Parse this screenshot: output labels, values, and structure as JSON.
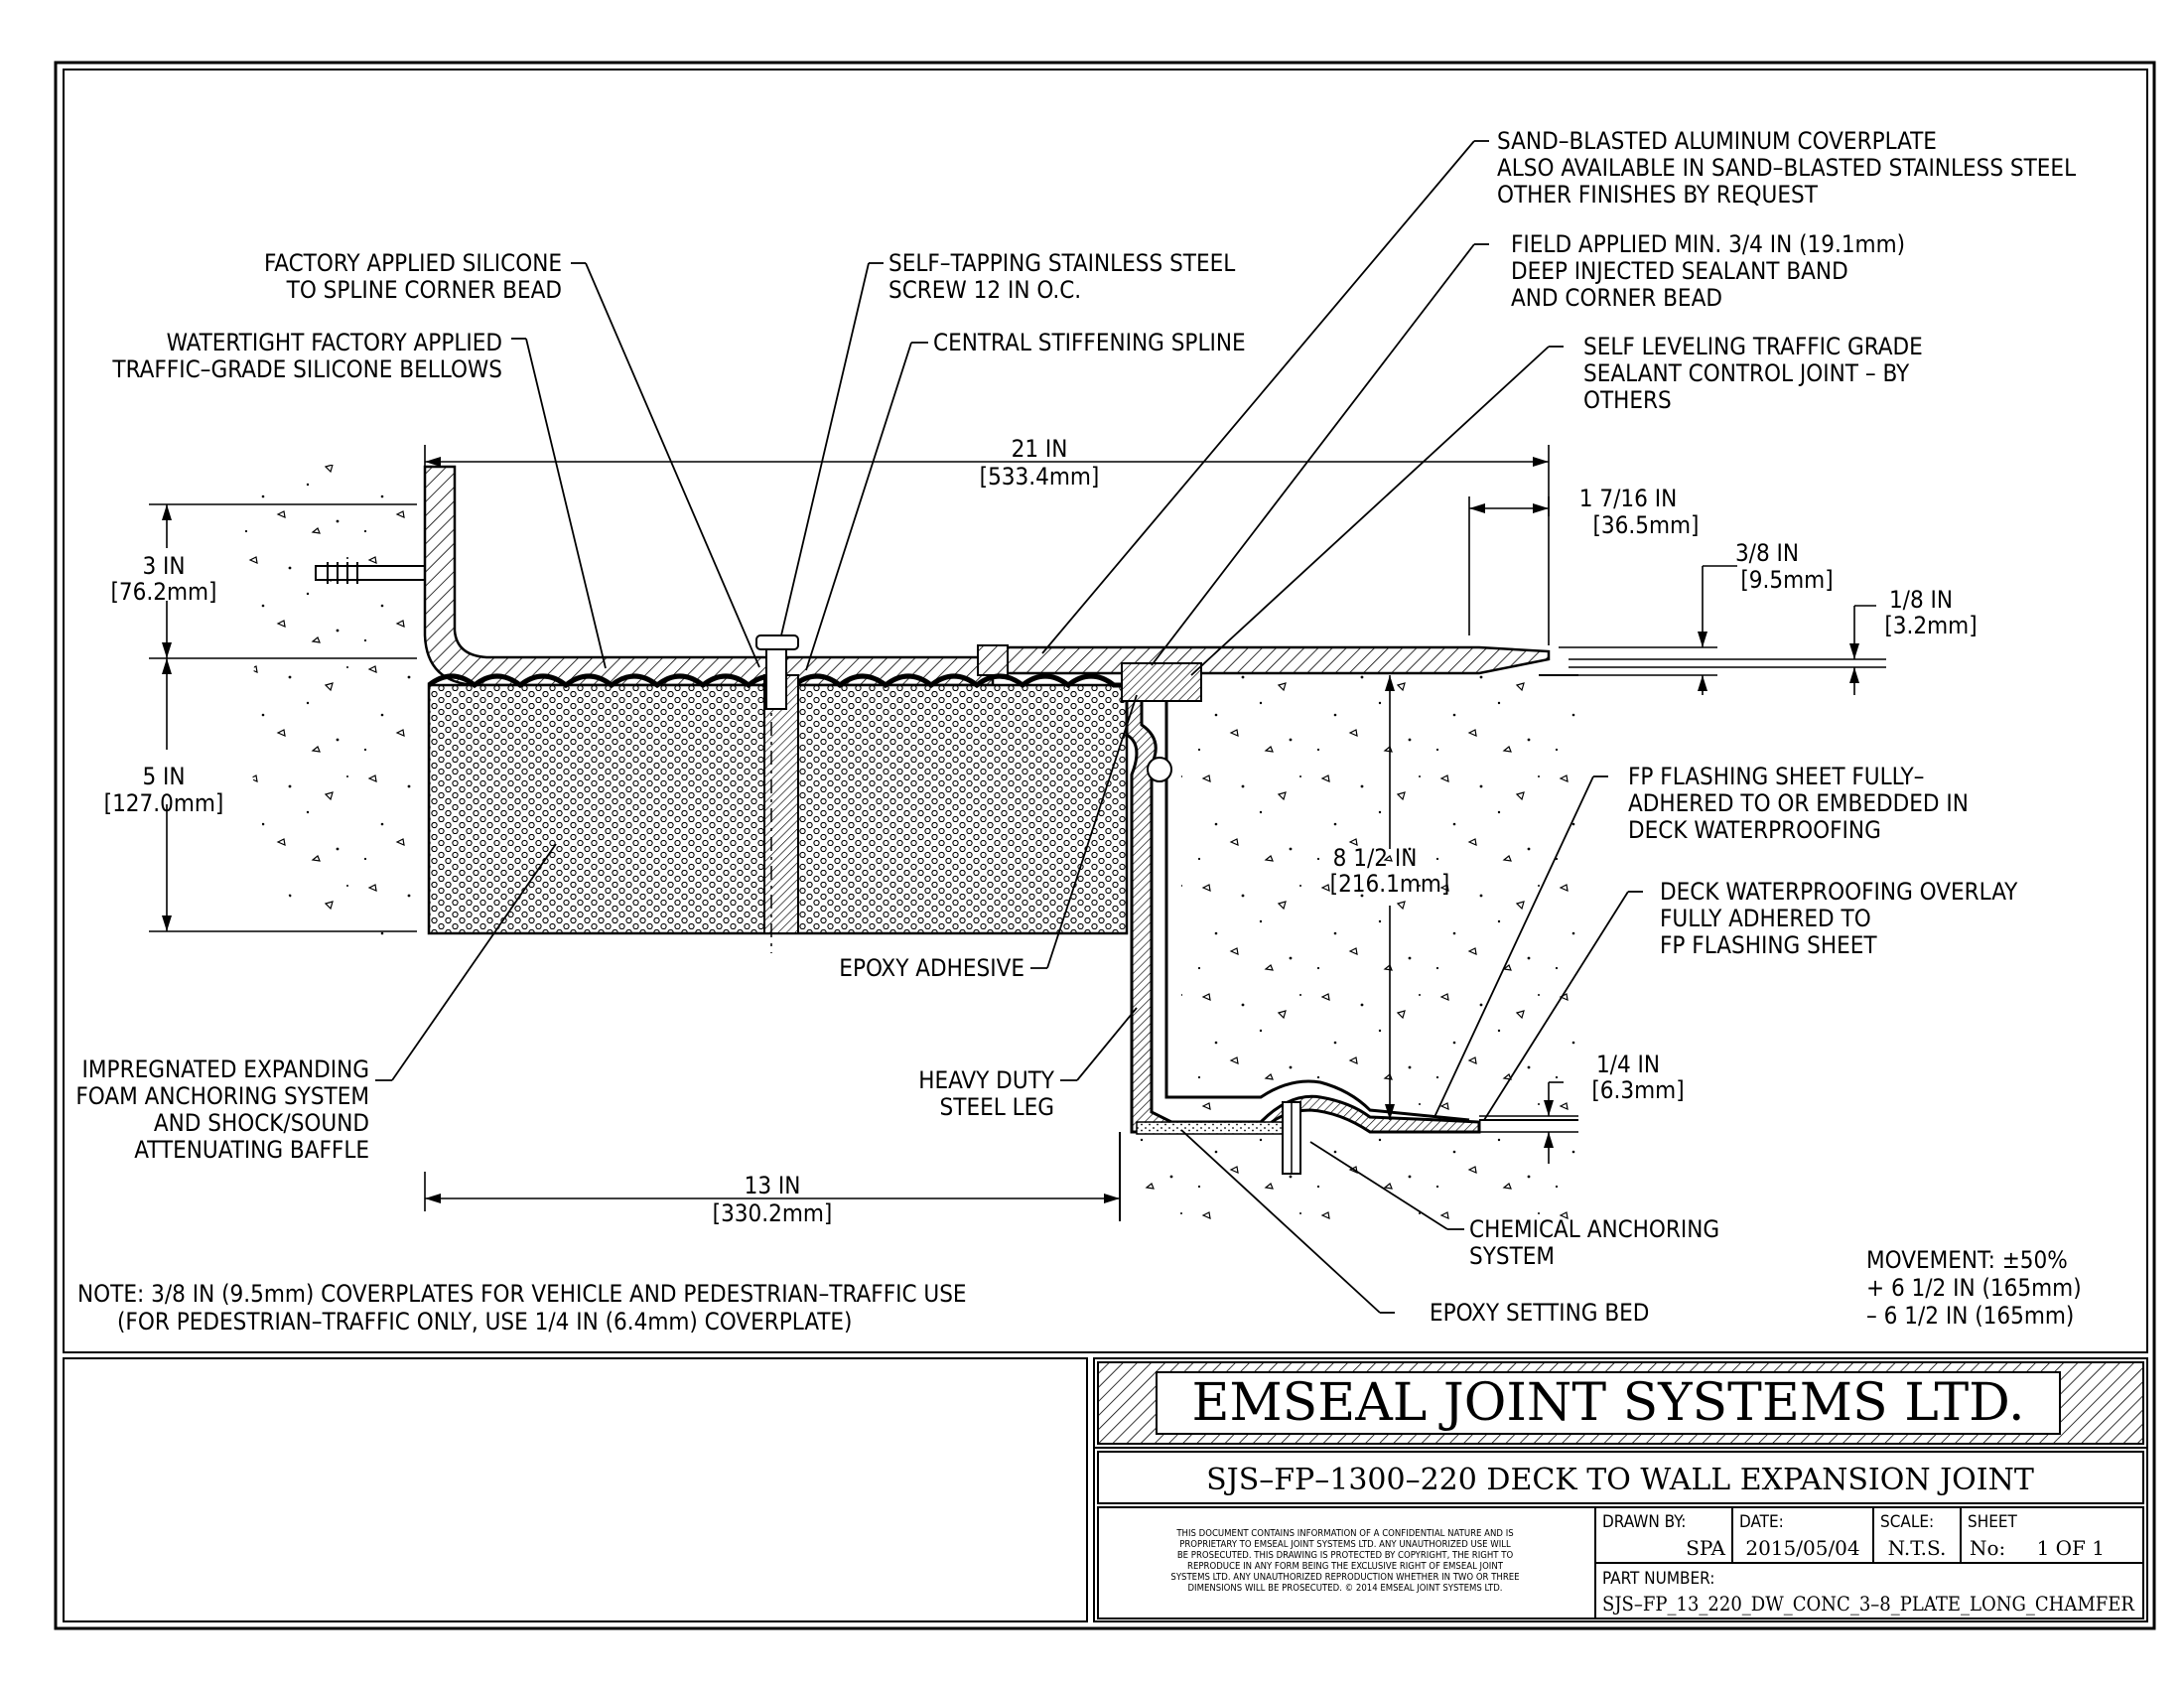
{
  "labels": {
    "coverplate_1": "SAND–BLASTED ALUMINUM COVERPLATE",
    "coverplate_2": "ALSO AVAILABLE IN SAND–BLASTED STAINLESS STEEL",
    "coverplate_3": "OTHER FINISHES BY REQUEST",
    "field_1": "FIELD APPLIED MIN. 3/4 IN (19.1mm)",
    "field_2": "DEEP INJECTED SEALANT BAND",
    "field_3": "AND CORNER BEAD",
    "selflev_1": "SELF LEVELING TRAFFIC GRADE",
    "selflev_2": "SEALANT CONTROL JOINT – BY",
    "selflev_3": "OTHERS",
    "silicone_1": "FACTORY APPLIED SILICONE",
    "silicone_2": "TO SPLINE CORNER BEAD",
    "screw_1": "SELF–TAPPING STAINLESS STEEL",
    "screw_2": "SCREW 12 IN O.C.",
    "spline": "CENTRAL STIFFENING SPLINE",
    "bellows_1": "WATERTIGHT FACTORY APPLIED",
    "bellows_2": "TRAFFIC–GRADE SILICONE BELLOWS",
    "epoxy_adh": "EPOXY ADHESIVE",
    "foam_1": "IMPREGNATED EXPANDING",
    "foam_2": "FOAM ANCHORING SYSTEM",
    "foam_3": "AND SHOCK/SOUND",
    "foam_4": "ATTENUATING BAFFLE",
    "leg_1": "HEAVY DUTY",
    "leg_2": "STEEL LEG",
    "flash_1": "FP FLASHING SHEET FULLY–",
    "flash_2": "ADHERED TO OR EMBEDDED IN",
    "flash_3": "DECK WATERPROOFING",
    "overlay_1": "DECK WATERPROOFING OVERLAY",
    "overlay_2": "FULLY ADHERED TO",
    "overlay_3": "FP FLASHING SHEET",
    "chem_1": "CHEMICAL ANCHORING",
    "chem_2": "SYSTEM",
    "setting_bed": "EPOXY SETTING BED"
  },
  "dimensions": {
    "d21_in": "21 IN",
    "d21_mm": "[533.4mm]",
    "d3_in": "3 IN",
    "d3_mm": "[76.2mm]",
    "d5_in": "5 IN",
    "d5_mm": "[127.0mm]",
    "d13_in": "13 IN",
    "d13_mm": "[330.2mm]",
    "d1716_in": "1 7/16 IN",
    "d1716_mm": "[36.5mm]",
    "d38_in": "3/8 IN",
    "d38_mm": "[9.5mm]",
    "d18_in": "1/8 IN",
    "d18_mm": "[3.2mm]",
    "d812_in": "8 1/2 IN",
    "d812_mm": "[216.1mm]",
    "d14_in": "1/4 IN",
    "d14_mm": "[6.3mm]"
  },
  "note": {
    "line1": "NOTE: 3/8 IN (9.5mm) COVERPLATES FOR VEHICLE AND PEDESTRIAN–TRAFFIC USE",
    "line2": "(FOR PEDESTRIAN–TRAFFIC ONLY, USE 1/4 IN (6.4mm) COVERPLATE)"
  },
  "movement": {
    "title": "MOVEMENT: ±50%",
    "plus": "+ 6 1/2 IN (165mm)",
    "minus": "– 6 1/2 IN (165mm)"
  },
  "title_block": {
    "company": "EMSEAL JOINT SYSTEMS LTD.",
    "drawing_title": "SJS–FP–1300–220 DECK TO WALL EXPANSION JOINT",
    "disclaimer": [
      "THIS DOCUMENT CONTAINS INFORMATION OF A CONFIDENTIAL NATURE AND IS",
      "PROPRIETARY TO EMSEAL JOINT SYSTEMS LTD. ANY UNAUTHORIZED USE WILL",
      "BE PROSECUTED. THIS DRAWING IS PROTECTED BY COPYRIGHT, THE RIGHT TO",
      "REPRODUCE IN ANY FORM BEING THE EXCLUSIVE RIGHT OF EMSEAL JOINT",
      "SYSTEMS LTD. ANY UNAUTHORIZED REPRODUCTION WHETHER IN TWO OR THREE",
      "DIMENSIONS WILL BE PROSECUTED. © 2014 EMSEAL JOINT SYSTEMS LTD."
    ],
    "drawn_by_label": "DRAWN BY:",
    "drawn_by": "SPA",
    "date_label": "DATE:",
    "date": "2015/05/04",
    "scale_label": "SCALE:",
    "scale": "N.T.S.",
    "sheet_label": "SHEET",
    "sheet_no_label": "No:",
    "sheet_no": "1 OF 1",
    "part_label": "PART NUMBER:",
    "part_number": "SJS–FP_13_220_DW_CONC_3–8_PLATE_LONG_CHAMFER"
  }
}
